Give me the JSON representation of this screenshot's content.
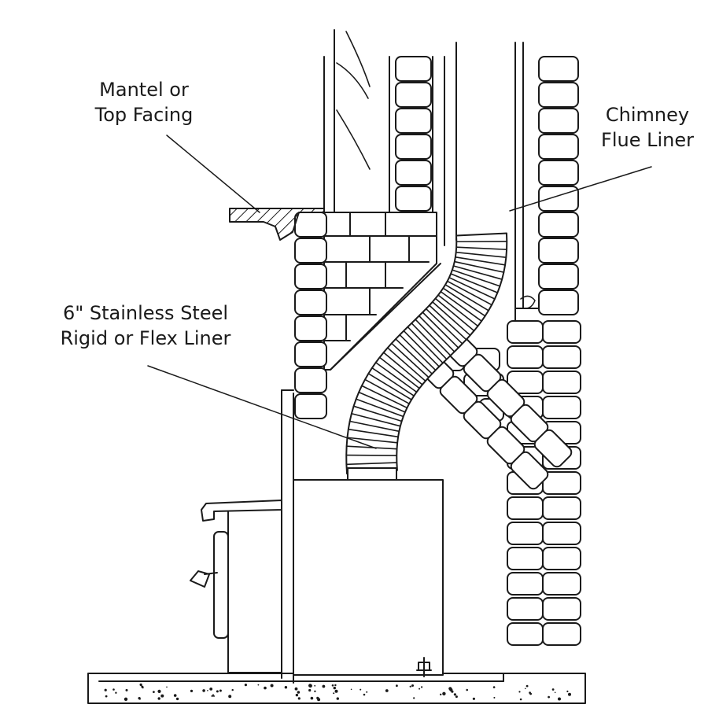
{
  "labels": {
    "mantel": {
      "line1": "Mantel or",
      "line2": "Top Facing"
    },
    "chimney": {
      "line1": "Chimney",
      "line2": "Flue Liner"
    },
    "liner": {
      "line1": "6\" Stainless Steel",
      "line2": "Rigid or Flex Liner"
    }
  },
  "colors": {
    "ink": "#1a1a1a",
    "background": "#ffffff"
  }
}
